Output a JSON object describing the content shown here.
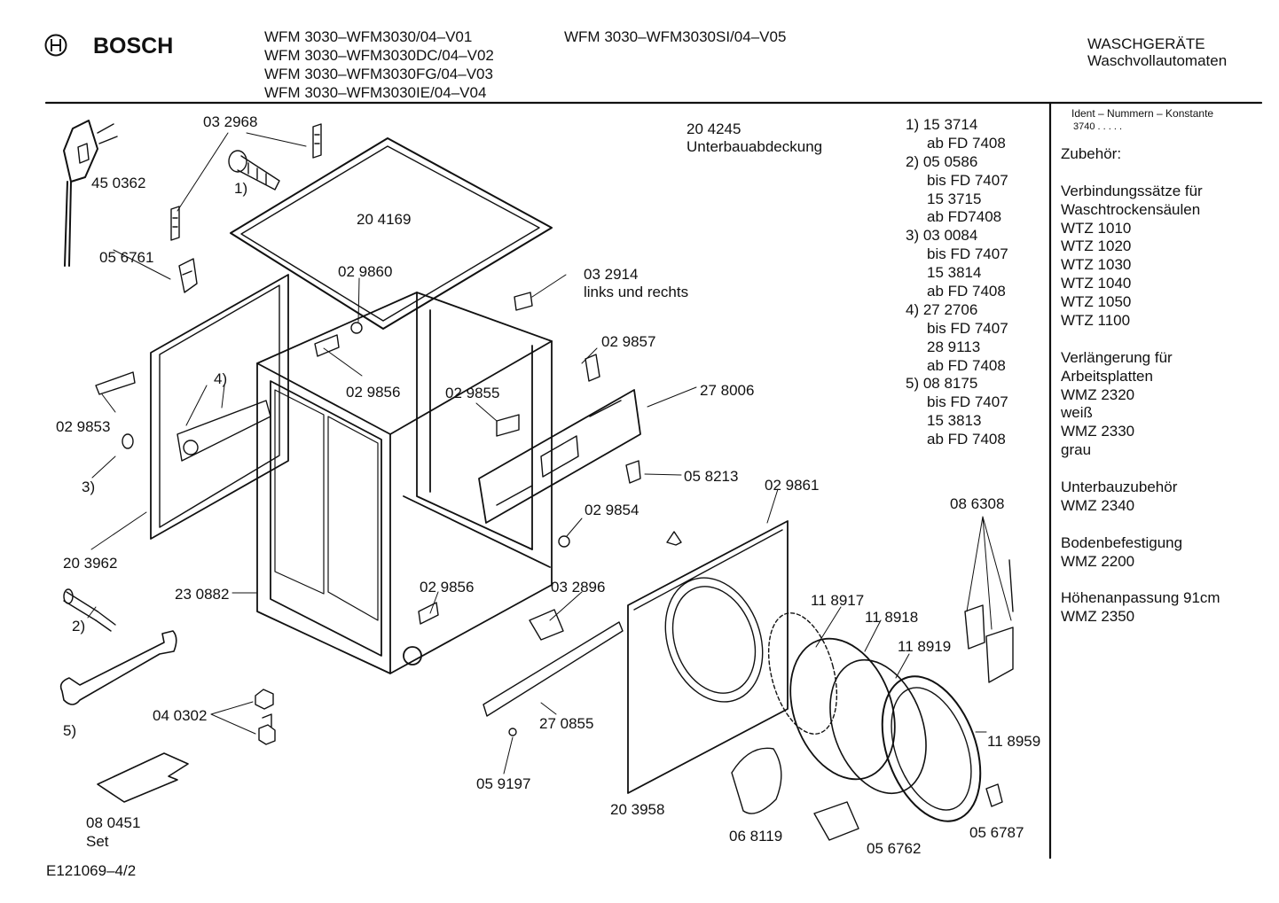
{
  "header": {
    "brand": "BOSCH",
    "models_left": [
      "WFM 3030–WFM3030/04–V01",
      "WFM 3030–WFM3030DC/04–V02",
      "WFM 3030–WFM3030FG/04–V03",
      "WFM 3030–WFM3030IE/04–V04"
    ],
    "models_right": "WFM 3030–WFM3030SI/04–V05",
    "category": "WASCHGERÄTE",
    "subcategory": "Waschvollautomaten"
  },
  "sidebar": {
    "ident_label": "Ident – Nummern – Konstante",
    "ident_value": "3740  .  .  .  .  .",
    "lines": [
      "Zubehör:",
      "",
      "Verbindungssätze für",
      "Waschtrockensäulen",
      "WTZ 1010",
      "WTZ 1020",
      "WTZ 1030",
      "WTZ 1040",
      "WTZ 1050",
      "WTZ 1100",
      "",
      "Verlängerung für",
      "Arbeitsplatten",
      "WMZ 2320",
      "weiß",
      "WMZ 2330",
      "grau",
      "",
      "Unterbauzubehör",
      "WMZ 2340",
      "",
      "Bodenbefestigung",
      "WMZ 2200",
      "",
      "Höhenanpassung  91cm",
      "WMZ 2350"
    ]
  },
  "notes": {
    "n1": "1)  15 3714",
    "n1a": "ab FD 7408",
    "n2": "2)  05 0586",
    "n2a": "bis FD 7407",
    "n2b": "15 3715",
    "n2c": "ab FD7408",
    "n3": "3)  03 0084",
    "n3a": "bis FD 7407",
    "n3b": "15 3814",
    "n3c": "ab FD 7408",
    "n4": "4)  27 2706",
    "n4a": "bis FD 7407",
    "n4b": "28 9113",
    "n4c": "ab FD 7408",
    "n5": "5)  08 8175",
    "n5a": "bis FD 7407",
    "n5b": "15 3813",
    "n5c": "ab FD 7408"
  },
  "labels": {
    "p032968": "03 2968",
    "p450362": "45 0362",
    "r1": "1)",
    "p056761": "05 6761",
    "p204169": "20 4169",
    "p029860": "02 9860",
    "p204245": "20 4245",
    "unterbau": "Unterbauabdeckung",
    "p032914": "03 2914",
    "links": "links und rechts",
    "p029857": "02 9857",
    "p278006": "27 8006",
    "p029856a": "02 9856",
    "p029855": "02 9855",
    "r4": "4)",
    "p029853": "02 9853",
    "r3": "3)",
    "p058213": "05 8213",
    "p029861": "02 9861",
    "p029854": "02 9854",
    "p203962": "20 3962",
    "p230882": "23 0882",
    "p029856b": "02 9856",
    "p032896": "03 2896",
    "r2": "2)",
    "p118917": "11 8917",
    "p118918": "11 8918",
    "p118919": "11 8919",
    "p086308": "08 6308",
    "p040302": "04 0302",
    "r5": "5)",
    "p270855": "27 0855",
    "p118959": "11 8959",
    "p059197": "05 9197",
    "p203958": "20 3958",
    "p080451": "08  0451",
    "set": "Set",
    "p068119": "06 8119",
    "p056762": "05 6762",
    "p056787": "05 6787"
  },
  "footer": {
    "code": "E121069–4/2"
  }
}
